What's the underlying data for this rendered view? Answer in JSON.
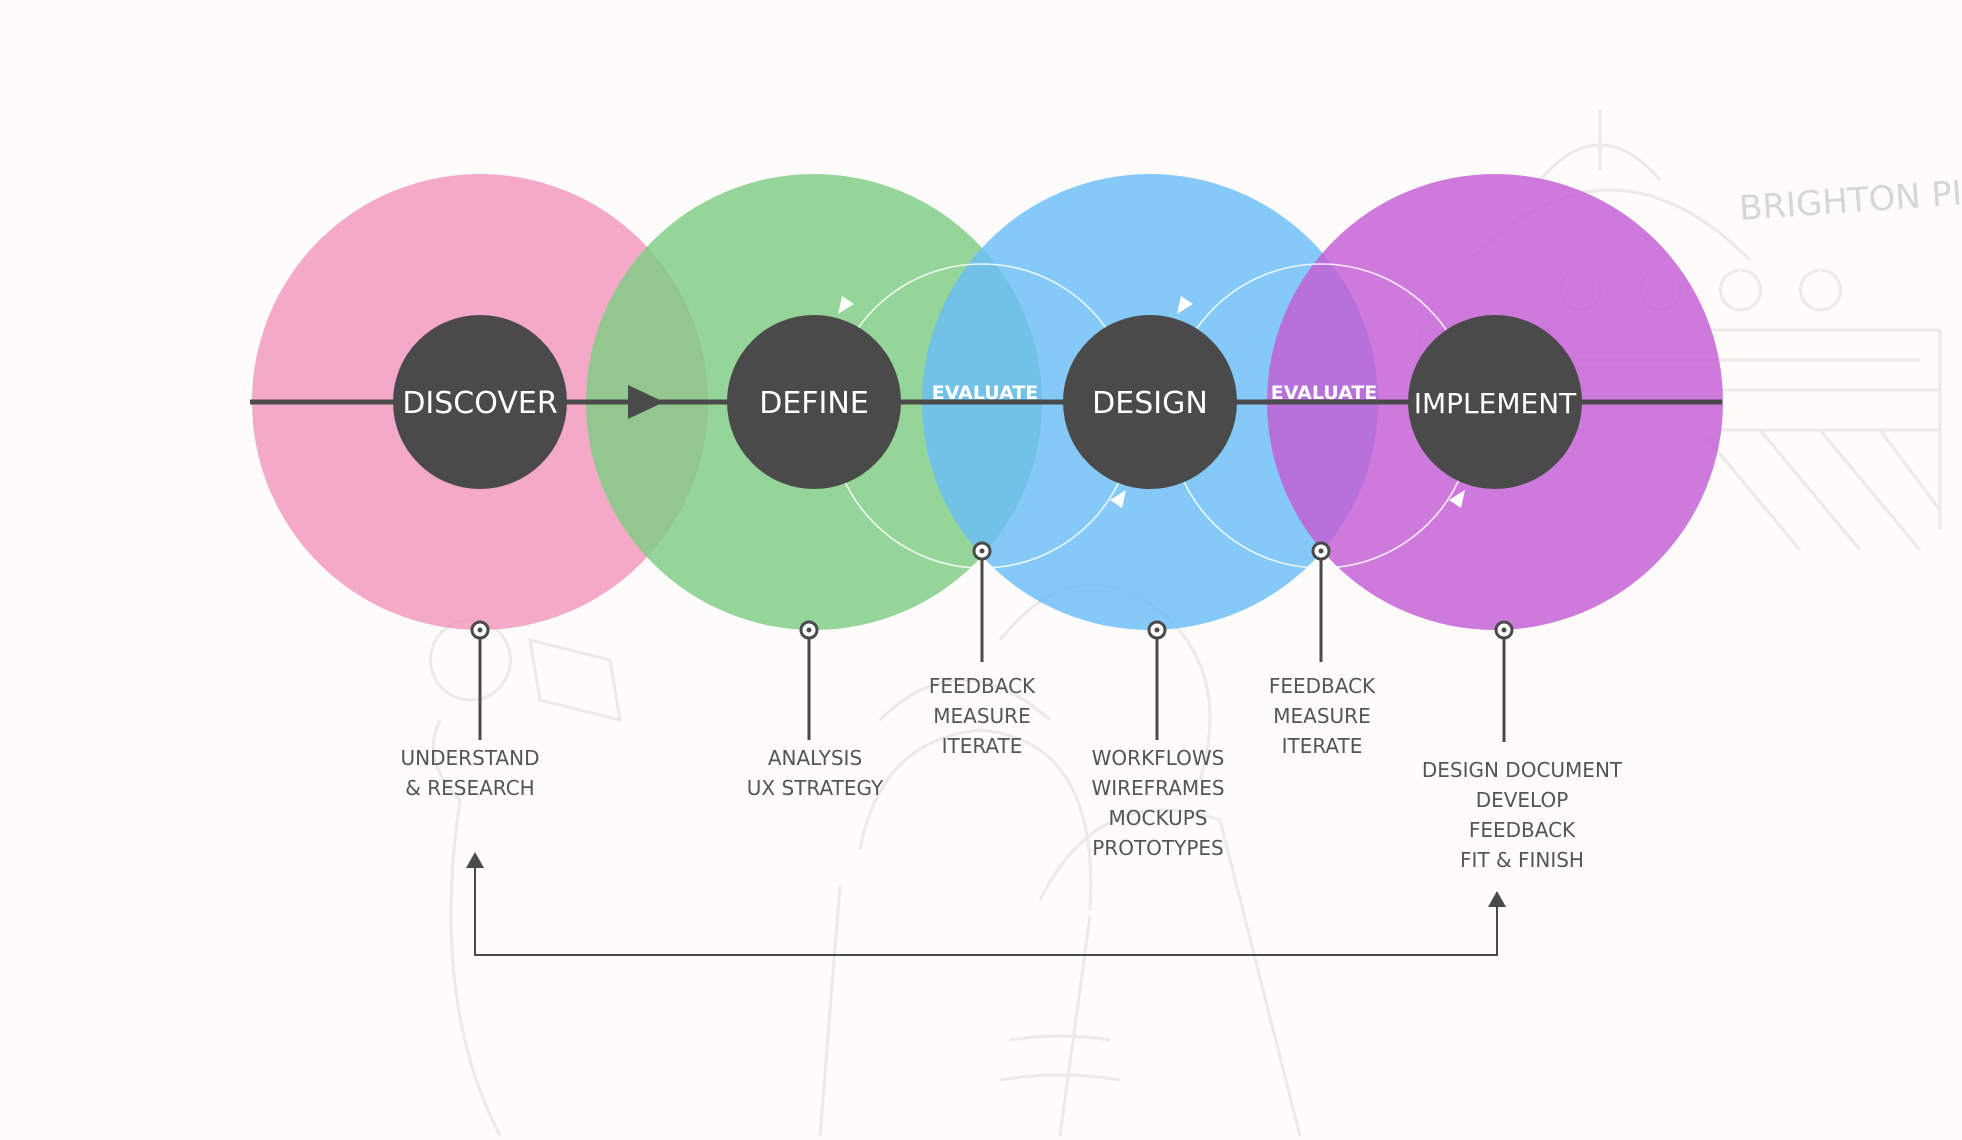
{
  "background_text": "BRIGHTON PIER",
  "stages": [
    {
      "key": "discover",
      "label": "DISCOVER",
      "color": "#f296bd",
      "notes": [
        "UNDERSTAND",
        "& RESEARCH"
      ]
    },
    {
      "key": "define",
      "label": "DEFINE",
      "color": "#7fcc82",
      "notes": [
        "ANALYSIS",
        "UX STRATEGY"
      ]
    },
    {
      "key": "design",
      "label": "DESIGN",
      "color": "#69bdf7",
      "notes": [
        "WORKFLOWS",
        "WIREFRAMES",
        "MOCKUPS",
        "PROTOTYPES"
      ]
    },
    {
      "key": "implement",
      "label": "IMPLEMENT",
      "color": "#c35dd4",
      "notes": [
        "DESIGN DOCUMENT",
        "DEVELOP",
        "FEEDBACK",
        "FIT & FINISH"
      ]
    }
  ],
  "loops": [
    {
      "key": "loop-1",
      "label": "EVALUATE",
      "notes": [
        "FEEDBACK",
        "MEASURE",
        "ITERATE"
      ]
    },
    {
      "key": "loop-2",
      "label": "EVALUATE",
      "notes": [
        "FEEDBACK",
        "MEASURE",
        "ITERATE"
      ]
    }
  ],
  "colors": {
    "hub": "#4a4a4a",
    "line": "#4a4a4a",
    "note_text": "#555555",
    "evaluate_text": "#ffffff"
  }
}
